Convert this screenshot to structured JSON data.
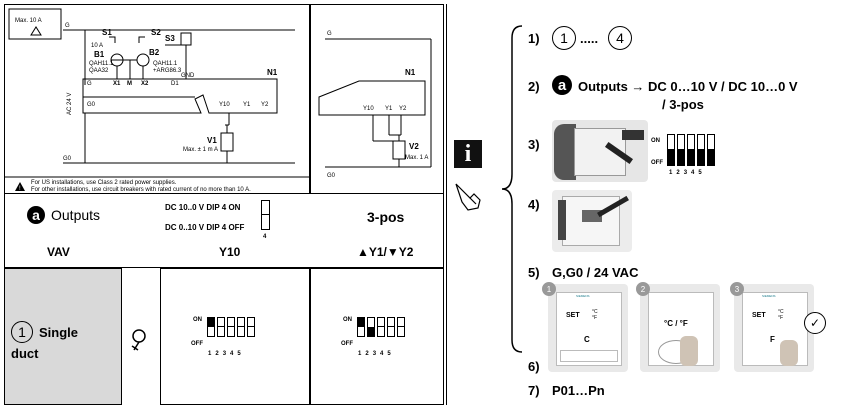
{
  "diagram1": {
    "max_top": "Max. 10 A",
    "g_top": "G",
    "s1": "S1",
    "s2": "S2",
    "s3": "S3",
    "amp": "10 A",
    "b1": "B1",
    "b2": "B2",
    "qah1": "QAH11.1",
    "qaa32": "QAA32",
    "qah2": "QAH11.1",
    "arg": "+ARG86.3",
    "x1": "X1",
    "m": "M",
    "x2": "X2",
    "d1": "D1",
    "gnd": "GND",
    "n1": "N1",
    "g": "G",
    "g0": "G0",
    "ac": "AC 24 V",
    "y10": "Y10",
    "y1": "Y1",
    "y2": "Y2",
    "v1": "V1",
    "max1ma": "Max. ± 1 m A",
    "g0_bottom": "G0",
    "warn1": "For US installations, use Class 2 rated power supplies.",
    "warn2": "For other installations, use circuit breakers with rated current of no more than 10 A."
  },
  "diagram2": {
    "g": "G",
    "n1": "N1",
    "y10": "Y10",
    "y1": "Y1",
    "y2": "Y2",
    "v2": "V2",
    "max1a": "Max. 1 A",
    "g0": "G0"
  },
  "outputs": {
    "badge": "a",
    "label": "Outputs",
    "dc10": "DC 10..0 V DIP 4 ON",
    "dc0": "DC 0..10 V DIP 4 OFF",
    "dip_num": "4",
    "three_pos": "3-pos",
    "vav": "VAV",
    "y10": "Y10",
    "y1y2": "▲Y1/▼Y2"
  },
  "single": {
    "num": "1",
    "text1": "Single",
    "text2": "duct"
  },
  "dip_common": {
    "on": "ON",
    "off": "OFF",
    "nums": [
      "1",
      "2",
      "3",
      "4",
      "5"
    ]
  },
  "steps": {
    "s1_label": "1)",
    "s1_from": "1",
    "s1_dots": ".....",
    "s1_to": "4",
    "s2_label": "2)",
    "s2_badge": "a",
    "s2_text": "Outputs → DC 0…10 V / DC 10…0 V",
    "s2_text2": "/ 3-pos",
    "s3_label": "3)",
    "s4_label": "4)",
    "s5_label": "5)",
    "s5_text": "G,G0 / 24 VAC",
    "s6_label": "6)",
    "s7_label": "7)",
    "s7_text": "P01…Pn",
    "panel_nums": [
      "1",
      "2",
      "3"
    ],
    "panel1_set": "SET",
    "panel1_unit": "°C",
    "panel1_unit2": "°F",
    "panel1_letter": "C",
    "panel2_text": "°C / °F",
    "panel3_set": "SET",
    "panel3_unit": "°C",
    "panel3_unit2": "°F",
    "panel3_letter": "F",
    "brand": "SIEMENS"
  }
}
